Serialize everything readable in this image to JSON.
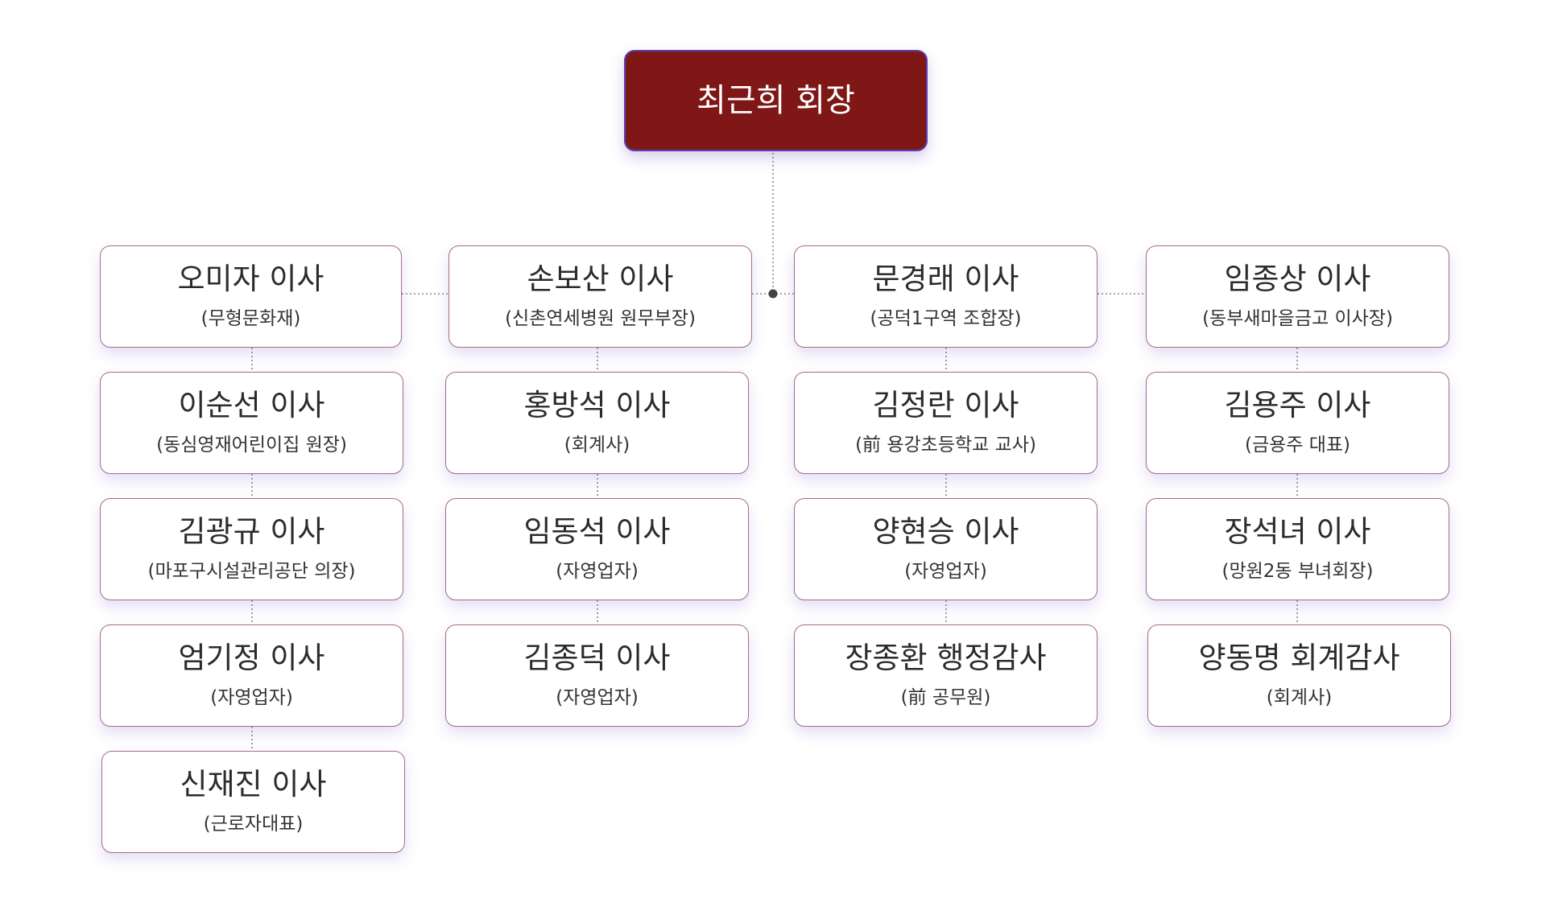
{
  "president": {
    "name": "최근희 회장"
  },
  "columns": [
    {
      "members": [
        {
          "name": "오미자 이사",
          "role": "(무형문화재)"
        },
        {
          "name": "이순선 이사",
          "role": "(동심영재어린이집 원장)"
        },
        {
          "name": "김광규 이사",
          "role": "(마포구시설관리공단 의장)"
        },
        {
          "name": "엄기정 이사",
          "role": "(자영업자)"
        },
        {
          "name": "신재진 이사",
          "role": "(근로자대표)"
        }
      ]
    },
    {
      "members": [
        {
          "name": "손보산 이사",
          "role": "(신촌연세병원 원무부장)"
        },
        {
          "name": "홍방석 이사",
          "role": "(회계사)"
        },
        {
          "name": "임동석 이사",
          "role": "(자영업자)"
        },
        {
          "name": "김종덕 이사",
          "role": "(자영업자)"
        }
      ]
    },
    {
      "members": [
        {
          "name": "문경래 이사",
          "role": "(공덕1구역 조합장)"
        },
        {
          "name": "김정란 이사",
          "role": "(前 용강초등학교 교사)"
        },
        {
          "name": "양현승 이사",
          "role": "(자영업자)"
        },
        {
          "name": "장종환 행정감사",
          "role": "(前 공무원)"
        }
      ]
    },
    {
      "members": [
        {
          "name": "임종상 이사",
          "role": "(동부새마을금고 이사장)"
        },
        {
          "name": "김용주 이사",
          "role": "(금용주 대표)"
        },
        {
          "name": "장석녀 이사",
          "role": "(망원2동 부녀회장)"
        },
        {
          "name": "양동명 회계감사",
          "role": "(회계사)"
        }
      ]
    }
  ]
}
